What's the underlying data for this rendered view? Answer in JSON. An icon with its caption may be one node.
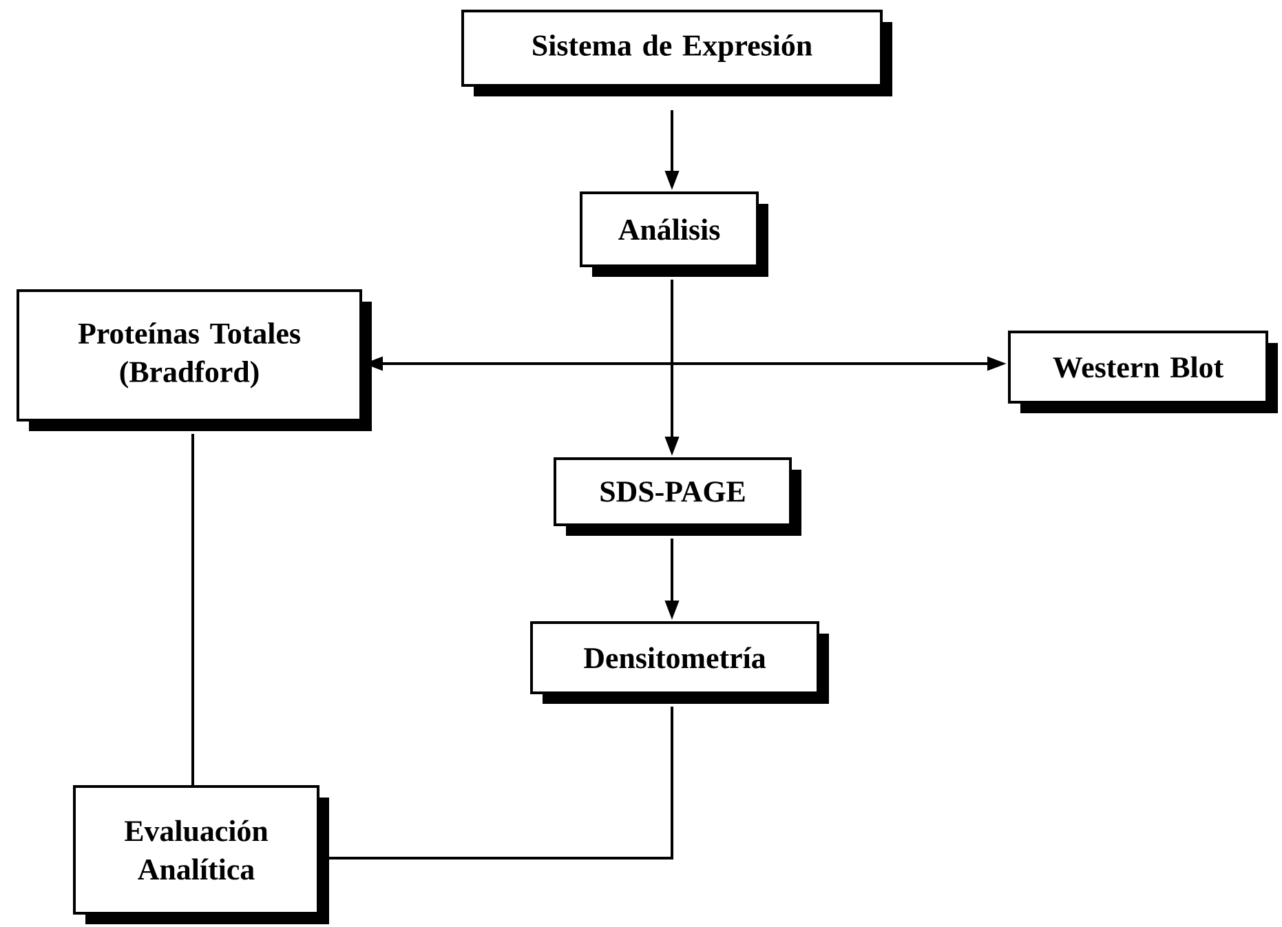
{
  "diagram": {
    "nodes": [
      {
        "text": [
          "Sistema de Expresión"
        ]
      },
      {
        "text": [
          "Análisis"
        ]
      },
      {
        "text": [
          "Proteínas Totales (Bradford)"
        ]
      },
      {
        "text": [
          "Western Blot"
        ]
      },
      {
        "text": [
          "SDS-PAGE"
        ]
      },
      {
        "text": [
          "Densitometría"
        ]
      },
      {
        "text": [
          "Evaluación Analítica"
        ]
      }
    ],
    "edges": [
      {
        "from": 0,
        "to": 1,
        "arrow": "to"
      },
      {
        "from": 1,
        "to": 2,
        "arrow": "to"
      },
      {
        "from": 1,
        "to": 3,
        "arrow": "to"
      },
      {
        "from": 1,
        "to": 4,
        "arrow": "to"
      },
      {
        "from": 4,
        "to": 5,
        "arrow": "to"
      },
      {
        "from": 5,
        "to": 6,
        "arrow": "none"
      },
      {
        "from": 2,
        "to": 6,
        "arrow": "none"
      }
    ]
  }
}
